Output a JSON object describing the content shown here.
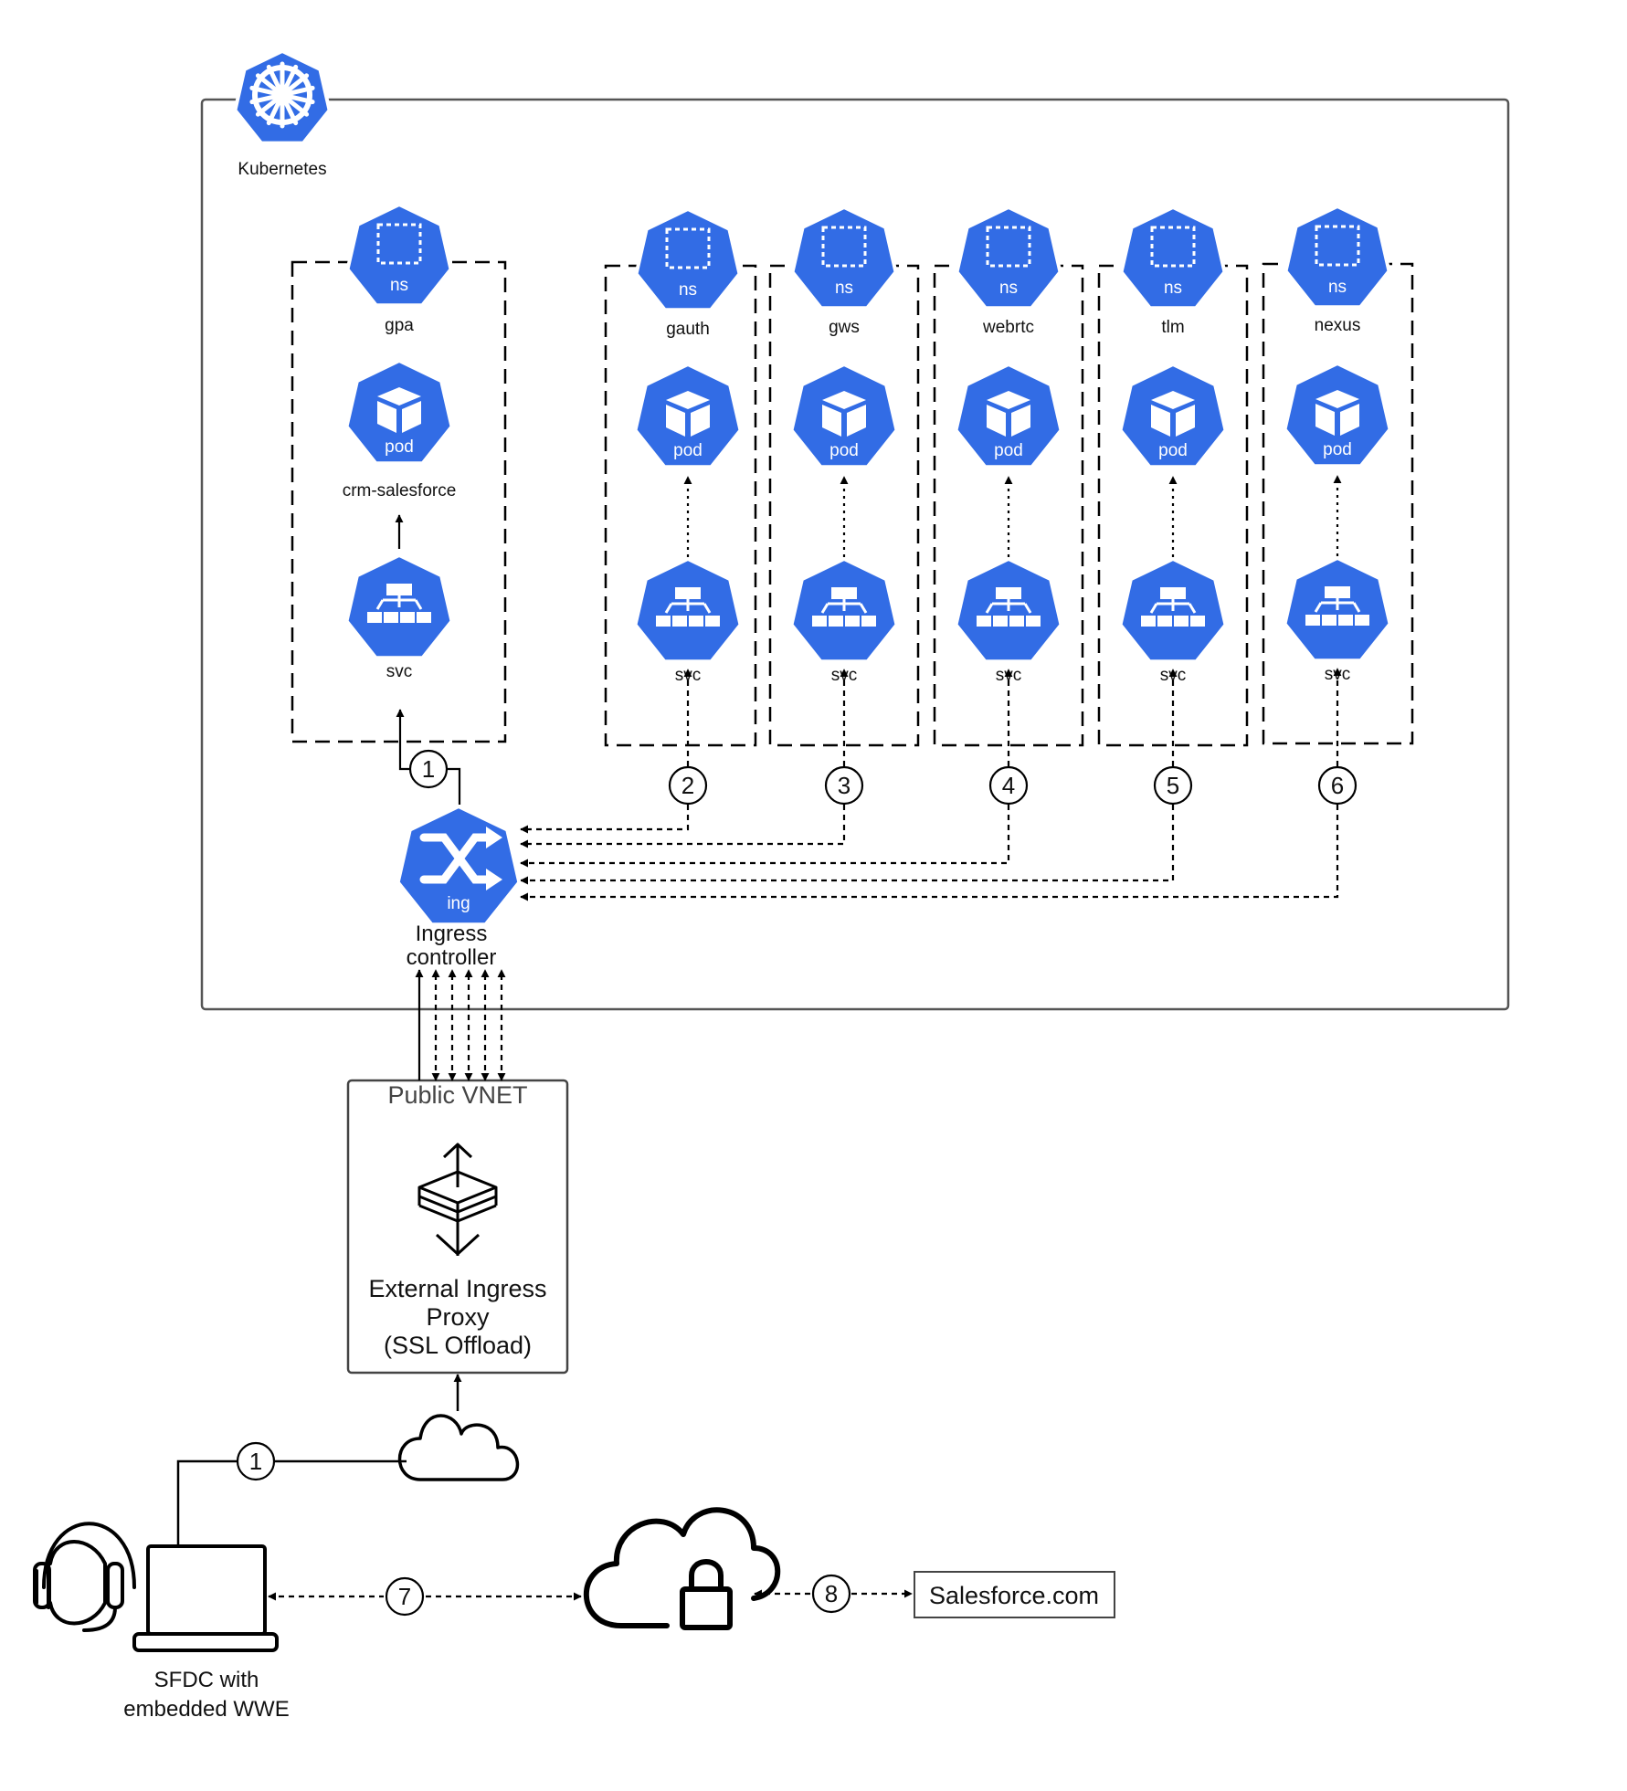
{
  "colors": {
    "k8s_blue": "#326ce5",
    "line": "#000000",
    "frame": "#444444"
  },
  "kubernetes": {
    "label": "Kubernetes",
    "icon": "kubernetes-helm-icon"
  },
  "namespaces": [
    {
      "id": "gpa",
      "ns_badge": "ns",
      "name": "gpa",
      "pod_badge": "pod",
      "pod_name": "crm-salesforce",
      "svc_badge": "svc",
      "step": "1"
    },
    {
      "id": "gauth",
      "ns_badge": "ns",
      "name": "gauth",
      "pod_badge": "pod",
      "pod_name": "",
      "svc_badge": "svc",
      "step": "2"
    },
    {
      "id": "gws",
      "ns_badge": "ns",
      "name": "gws",
      "pod_badge": "pod",
      "pod_name": "",
      "svc_badge": "svc",
      "step": "3"
    },
    {
      "id": "webrtc",
      "ns_badge": "ns",
      "name": "webrtc",
      "pod_badge": "pod",
      "pod_name": "",
      "svc_badge": "svc",
      "step": "4"
    },
    {
      "id": "tlm",
      "ns_badge": "ns",
      "name": "tlm",
      "pod_badge": "pod",
      "pod_name": "",
      "svc_badge": "svc",
      "step": "5"
    },
    {
      "id": "nexus",
      "ns_badge": "ns",
      "name": "nexus",
      "pod_badge": "pod",
      "pod_name": "",
      "svc_badge": "svc",
      "step": "6"
    }
  ],
  "ingress": {
    "badge": "ing",
    "label_line1": "Ingress",
    "label_line2": "controller"
  },
  "public_vnet": {
    "title": "Public VNET",
    "proxy_line1": "External Ingress",
    "proxy_line2": "Proxy",
    "proxy_line3": "(SSL Offload)"
  },
  "client": {
    "label_line1": "SFDC with",
    "label_line2": "embedded WWE",
    "step_internet": "1",
    "step_secure": "7"
  },
  "salesforce": {
    "label": "Salesforce.com",
    "step": "8"
  }
}
